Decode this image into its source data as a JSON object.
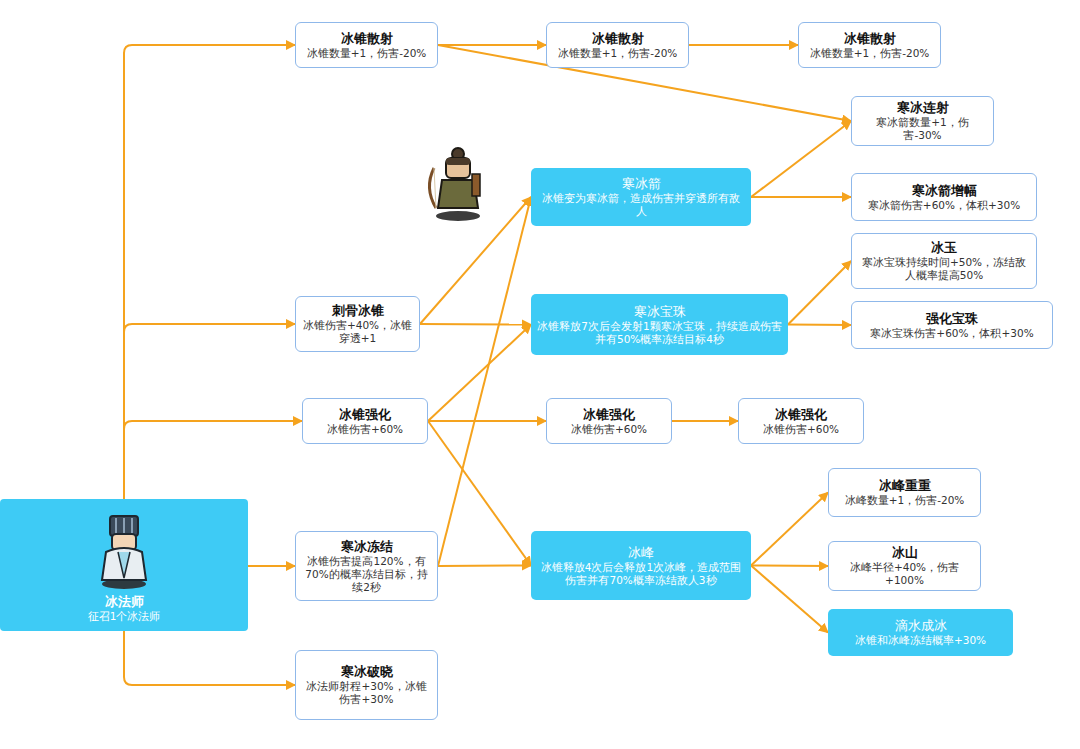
{
  "diagram": {
    "nodes": [
      {
        "text": [
          "冰法师",
          "征召1个冰法师"
        ]
      },
      {
        "text": [
          "冰锥散射",
          "冰锥数量+1，伤害-20%"
        ]
      },
      {
        "text": [
          "刺骨冰锥",
          "冰锥伤害+40%，冰锥穿透+1"
        ]
      },
      {
        "text": [
          "冰锥强化",
          "冰锥伤害+60%"
        ]
      },
      {
        "text": [
          "寒冰冻结",
          "冰锥伤害提高120%，有70%的概率冻结目标，持续2秒"
        ]
      },
      {
        "text": [
          "寒冰破晓",
          "冰法师射程+30%，冰锥伤害+30%"
        ]
      },
      {
        "text": [
          "冰锥散射",
          "冰锥数量+1，伤害-20%"
        ]
      },
      {
        "text": [
          "寒冰箭",
          "冰锥变为寒冰箭，造成伤害并穿透所有敌人"
        ]
      },
      {
        "text": [
          "寒冰宝珠",
          "冰锥释放7次后会发射1颗寒冰宝珠，持续造成伤害并有50%概率冻结目标4秒"
        ]
      },
      {
        "text": [
          "冰锥强化",
          "冰锥伤害+60%"
        ]
      },
      {
        "text": [
          "冰峰",
          "冰锥释放4次后会释放1次冰峰，造成范围伤害并有70%概率冻结敌人3秒"
        ]
      },
      {
        "text": [
          "冰锥散射",
          "冰锥数量+1，伤害-20%"
        ]
      },
      {
        "text": [
          "冰锥强化",
          "冰锥伤害+60%"
        ]
      },
      {
        "text": [
          "寒冰连射",
          "寒冰箭数量+1，伤害-30%"
        ]
      },
      {
        "text": [
          "寒冰箭增幅",
          "寒冰箭伤害+60%，体积+30%"
        ]
      },
      {
        "text": [
          "冰玉",
          "寒冰宝珠持续时间+50%，冻结敌人概率提高50%"
        ]
      },
      {
        "text": [
          "强化宝珠",
          "寒冰宝珠伤害+60%，体积+30%"
        ]
      },
      {
        "text": [
          "冰峰重重",
          "冰峰数量+1，伤害-20%"
        ]
      },
      {
        "text": [
          "冰山",
          "冰峰半径+40%，伤害+100%"
        ]
      },
      {
        "text": [
          "滴水成冰",
          "冰锥和冰峰冻结概率+30%"
        ]
      }
    ],
    "edges": [
      {
        "from": 0,
        "to": 1,
        "arrow": "to"
      },
      {
        "from": 0,
        "to": 2,
        "arrow": "to"
      },
      {
        "from": 0,
        "to": 3,
        "arrow": "to"
      },
      {
        "from": 0,
        "to": 4,
        "arrow": "to"
      },
      {
        "from": 0,
        "to": 5,
        "arrow": "to"
      },
      {
        "from": 1,
        "to": 6,
        "arrow": "to"
      },
      {
        "from": 6,
        "to": 11,
        "arrow": "to"
      },
      {
        "from": 1,
        "to": 13,
        "arrow": "to"
      },
      {
        "from": 2,
        "to": 7,
        "arrow": "to"
      },
      {
        "from": 2,
        "to": 8,
        "arrow": "to"
      },
      {
        "from": 3,
        "to": 8,
        "arrow": "to"
      },
      {
        "from": 3,
        "to": 9,
        "arrow": "to"
      },
      {
        "from": 3,
        "to": 10,
        "arrow": "to"
      },
      {
        "from": 4,
        "to": 7,
        "arrow": "to"
      },
      {
        "from": 4,
        "to": 10,
        "arrow": "to"
      },
      {
        "from": 9,
        "to": 12,
        "arrow": "to"
      },
      {
        "from": 7,
        "to": 13,
        "arrow": "to"
      },
      {
        "from": 7,
        "to": 14,
        "arrow": "to"
      },
      {
        "from": 8,
        "to": 15,
        "arrow": "to"
      },
      {
        "from": 8,
        "to": 16,
        "arrow": "to"
      },
      {
        "from": 10,
        "to": 17,
        "arrow": "to"
      },
      {
        "from": 10,
        "to": 18,
        "arrow": "to"
      },
      {
        "from": 10,
        "to": 19,
        "arrow": "to"
      }
    ]
  }
}
